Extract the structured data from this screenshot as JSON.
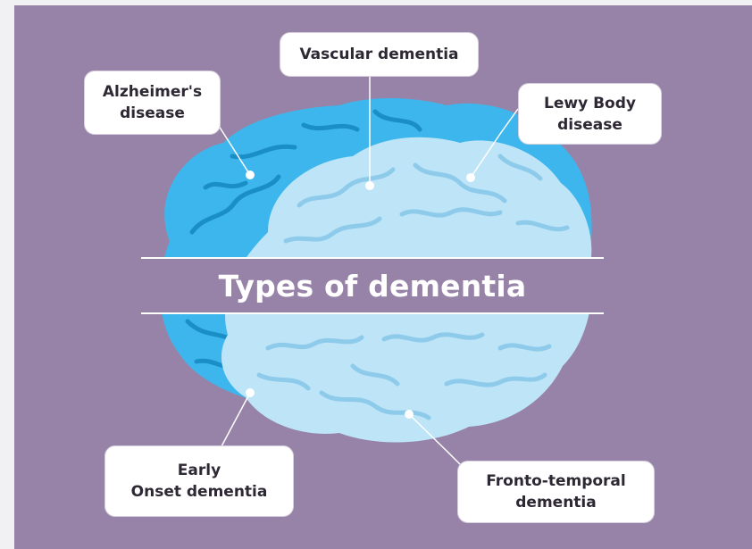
{
  "title": "Types of dementia",
  "callouts": {
    "alzheimers": {
      "line1": "Alzheimer's",
      "line2": "disease"
    },
    "vascular": {
      "line1": "Vascular dementia"
    },
    "lewy_body": {
      "line1": "Lewy Body",
      "line2": "disease"
    },
    "early_onset": {
      "line1": "Early",
      "line2": "Onset dementia"
    },
    "frontotemporal": {
      "line1": "Fronto-temporal",
      "line2": "dementia"
    }
  },
  "colors": {
    "background": "#9883a8",
    "brain_dark": "#3cb6ec",
    "brain_light": "#bde4f7",
    "callout_fill": "#ffffff",
    "callout_text": "#2d2833",
    "title_text": "#ffffff"
  }
}
